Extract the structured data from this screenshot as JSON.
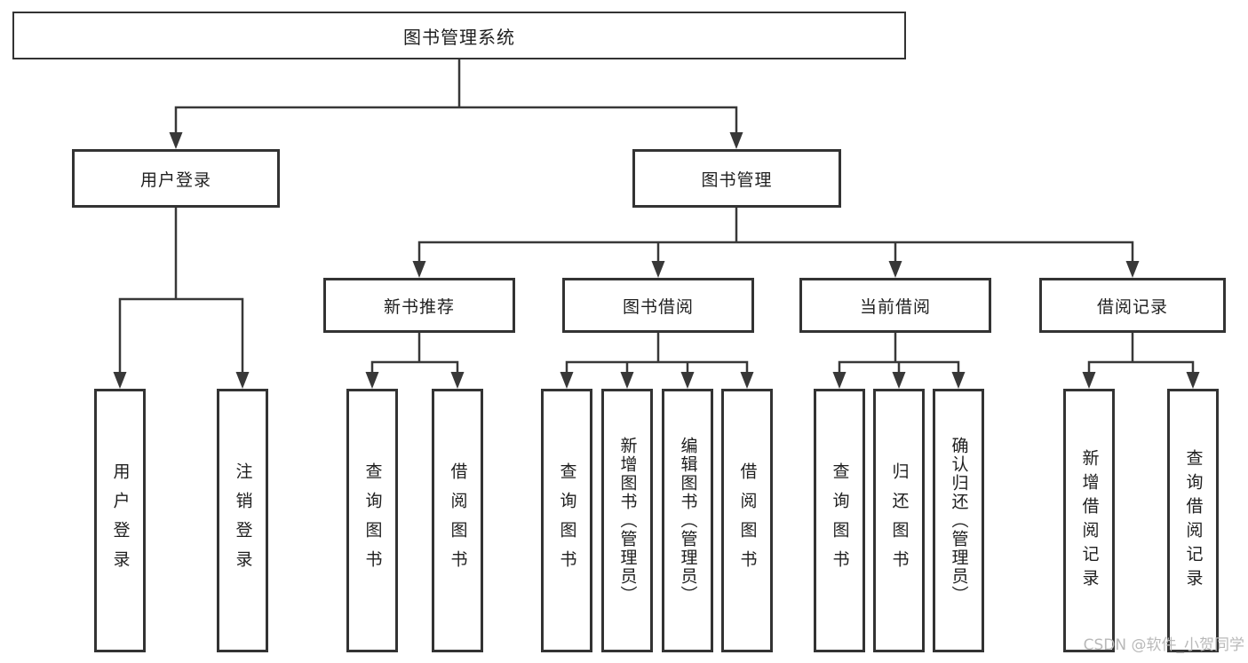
{
  "tree": {
    "root": "图书管理系统",
    "branches": [
      {
        "label": "用户登录",
        "children": [
          "用户登录",
          "注销登录"
        ]
      },
      {
        "label": "图书管理",
        "groups": [
          {
            "label": "新书推荐",
            "children": [
              "查询图书",
              "借阅图书"
            ]
          },
          {
            "label": "图书借阅",
            "children": [
              "查询图书",
              "新增图书（管理员）",
              "编辑图书（管理员）",
              "借阅图书"
            ]
          },
          {
            "label": "当前借阅",
            "children": [
              "查询图书",
              "归还图书",
              "确认归还（管理员）"
            ]
          },
          {
            "label": "借阅记录",
            "children": [
              "新增借阅记录",
              "查询借阅记录"
            ]
          }
        ]
      }
    ]
  },
  "watermark": {
    "text": "CSDN @软件_小贺同学"
  },
  "colors": {
    "line": "#383838",
    "box_border": "#333333",
    "text": "#1f1f1f",
    "watermark": "#b9b9b9",
    "background": "#ffffff"
  }
}
